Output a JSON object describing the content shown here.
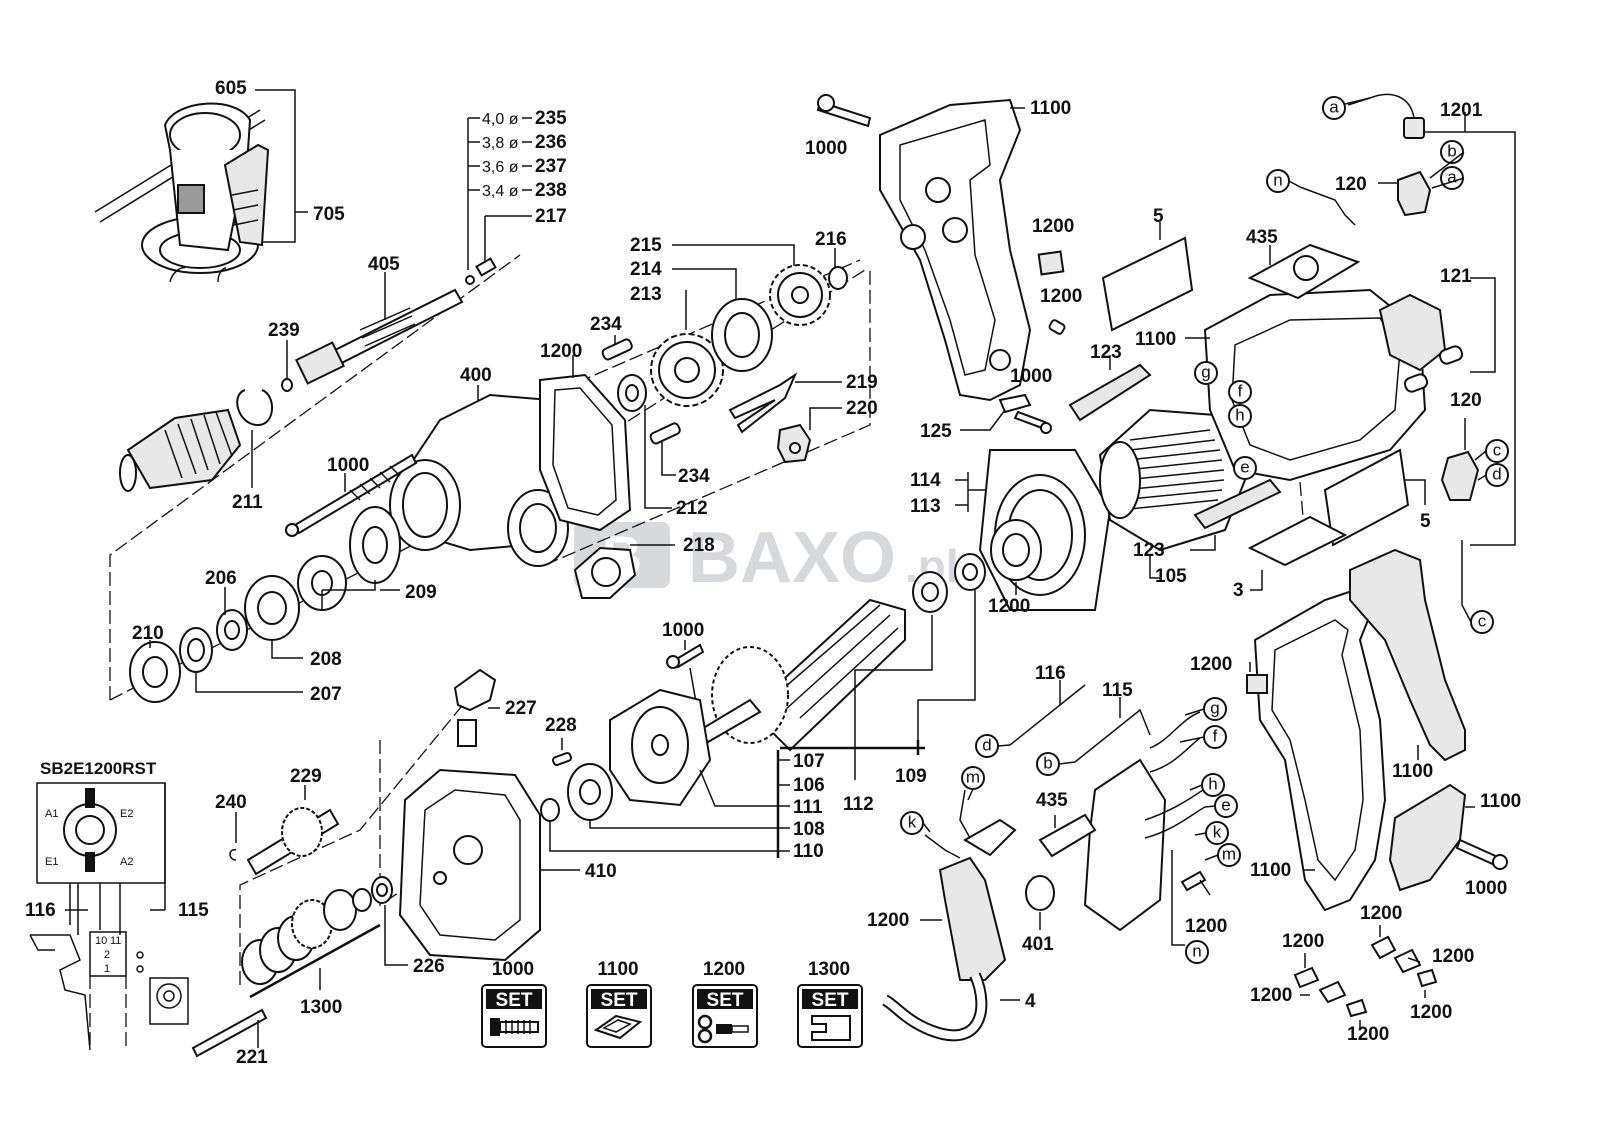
{
  "watermark": {
    "brand": "BAXO",
    "suffix": ".pl"
  },
  "model": "SB2E1200RST",
  "diameters": [
    {
      "size": "4,0 ø",
      "part": "235"
    },
    {
      "size": "3,8 ø",
      "part": "236"
    },
    {
      "size": "3,6 ø",
      "part": "237"
    },
    {
      "size": "3,4 ø",
      "part": "238"
    }
  ],
  "part_labels": {
    "p605": "605",
    "p705": "705",
    "p217": "217",
    "p405": "405",
    "p239": "239",
    "p211": "211",
    "p400": "400",
    "p1000a": "1000",
    "p1200a": "1200",
    "p234a": "234",
    "p234b": "234",
    "p215": "215",
    "p214": "214",
    "p213": "213",
    "p216": "216",
    "p219": "219",
    "p220": "220",
    "p212": "212",
    "p218": "218",
    "p206": "206",
    "p209": "209",
    "p210": "210",
    "p208": "208",
    "p207": "207",
    "p1000b": "1000",
    "p1100a": "1100",
    "p1000c": "1000",
    "p1200b": "1200",
    "p1200c": "1200",
    "p1000d": "1000",
    "p125": "125",
    "p114": "114",
    "p113": "113",
    "p5a": "5",
    "p435a": "435",
    "p1100b": "1100",
    "p123a": "123",
    "p1201": "1201",
    "p120a": "120",
    "p121": "121",
    "p120b": "120",
    "p5b": "5",
    "p123b": "123",
    "p105": "105",
    "p3": "3",
    "p1200d": "1200",
    "p1000e": "1000",
    "p107": "107",
    "p106": "106",
    "p111": "111",
    "p108": "108",
    "p110": "110",
    "p109": "109",
    "p112": "112",
    "p227": "227",
    "p228": "228",
    "p229": "229",
    "p240": "240",
    "p410": "410",
    "p226": "226",
    "p1300a": "1300",
    "p221": "221",
    "p116a": "116",
    "p115a": "115",
    "p116b": "116",
    "p115b": "115",
    "p435b": "435",
    "p1200e": "1200",
    "p401": "401",
    "p1200f": "1200",
    "p4": "4",
    "p1200g": "1200",
    "p1100c": "1100",
    "p1100d": "1100",
    "p1100e": "1100",
    "p1000f": "1000",
    "p1200h": "1200",
    "p1200i": "1200",
    "p1200j": "1200",
    "p1200k": "1200",
    "p1200l": "1200",
    "p1200m": "1200"
  },
  "connector_letters": {
    "a1": "a",
    "b1": "b",
    "a2": "a",
    "n1": "n",
    "g1": "g",
    "f1": "f",
    "h1": "h",
    "e1": "e",
    "c1": "c",
    "d1": "d",
    "c2": "c",
    "g2": "g",
    "f2": "f",
    "d2": "d",
    "b2": "b",
    "h2": "h",
    "e2": "e",
    "m1": "m",
    "k1": "k",
    "k2": "k",
    "m2": "m",
    "n2": "n"
  },
  "wiring_diagram": {
    "terminals": [
      "A1",
      "E2",
      "E1",
      "A2"
    ],
    "switch_contacts": [
      "10",
      "11",
      "2",
      "1"
    ]
  },
  "sets": [
    {
      "number": "1000",
      "label": "SET",
      "icon": "screw-icon"
    },
    {
      "number": "1100",
      "label": "SET",
      "icon": "housing-clip-icon"
    },
    {
      "number": "1200",
      "label": "SET",
      "icon": "small-parts-icon"
    },
    {
      "number": "1300",
      "label": "SET",
      "icon": "bracket-icon"
    }
  ]
}
